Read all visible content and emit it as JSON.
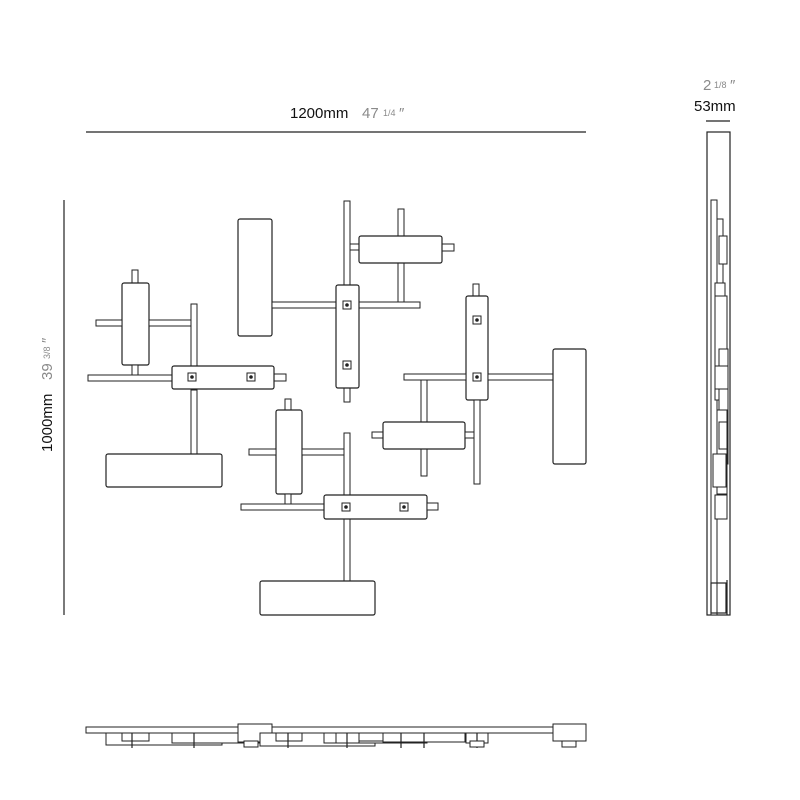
{
  "dimensions": {
    "width_metric": "1200mm",
    "width_imperial_whole": "47",
    "width_imperial_frac": "1/4",
    "width_inch_mark": "″",
    "height_metric": "1000mm",
    "height_imperial_whole": "39",
    "height_imperial_frac": "3/8",
    "height_inch_mark": "″",
    "depth_metric": "53mm",
    "depth_imperial_whole": "2",
    "depth_imperial_frac": "1/8",
    "depth_inch_mark": "″"
  },
  "colors": {
    "line": "#222222",
    "imperial_text": "#8a8a8a",
    "background": "#ffffff"
  }
}
